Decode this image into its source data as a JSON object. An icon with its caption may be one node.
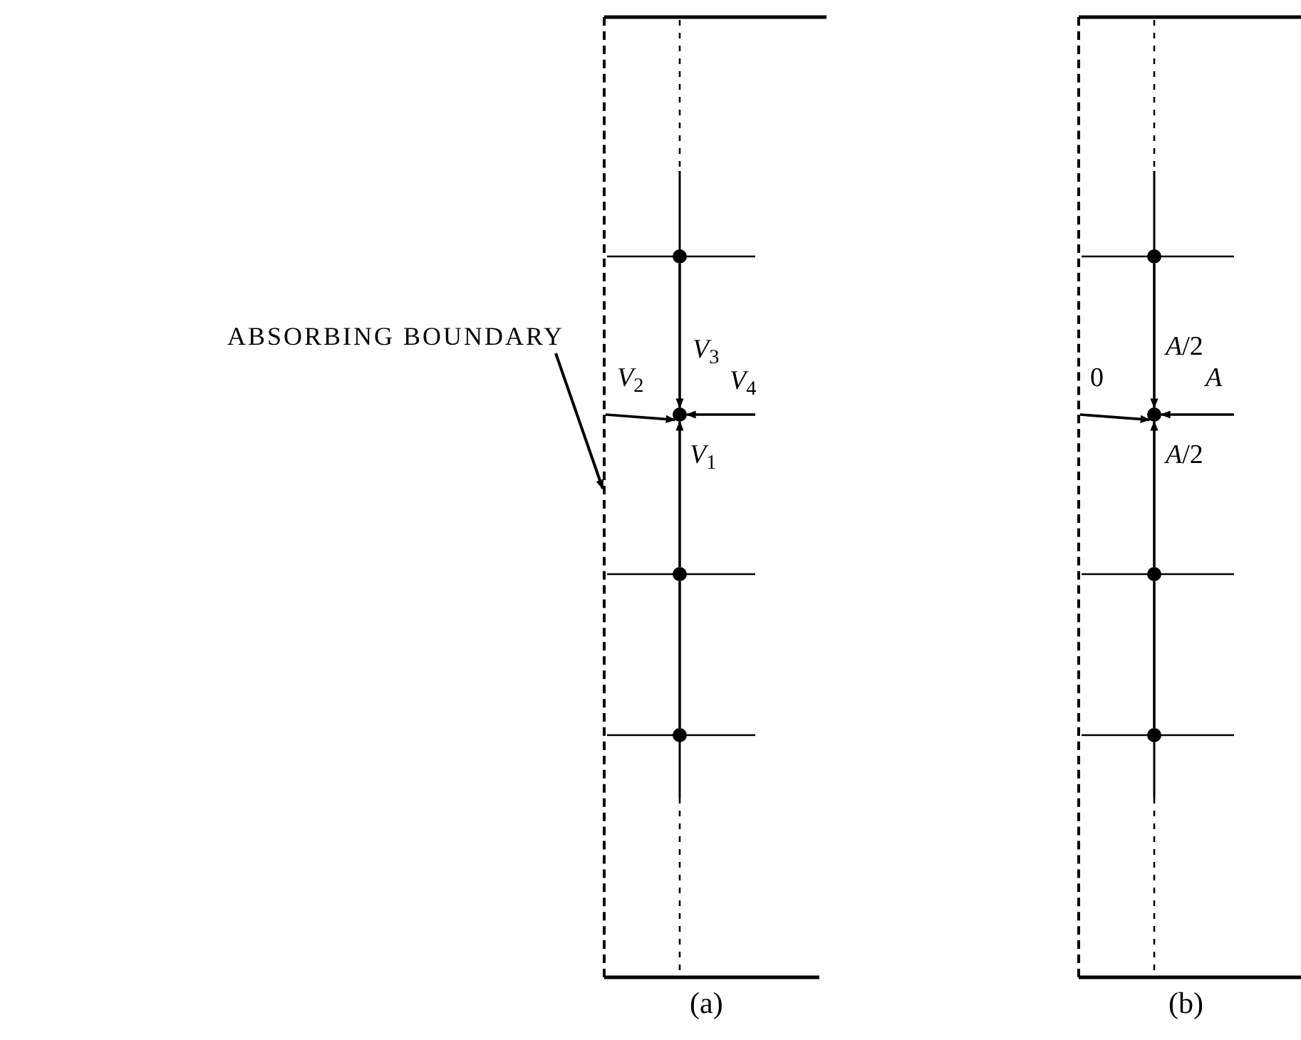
{
  "diagram": {
    "nodes": [
      {
        "text": [
          "ABSORBING BOUNDARY"
        ]
      },
      {
        "text": [],
        "shape": "line"
      },
      {
        "text": [],
        "shape": "circle"
      },
      {
        "text": [],
        "shape": "circle"
      },
      {
        "text": [],
        "shape": "circle"
      },
      {
        "text": [],
        "shape": "circle"
      },
      {
        "text": [],
        "shape": "line"
      },
      {
        "text": [],
        "shape": "circle"
      },
      {
        "text": [],
        "shape": "circle"
      },
      {
        "text": [],
        "shape": "circle"
      },
      {
        "text": [],
        "shape": "circle"
      }
    ],
    "edges": [
      {
        "from": 0,
        "to": 1,
        "arrow": "to"
      },
      {
        "from": 2,
        "to": 3,
        "arrow": "to",
        "label": "*V*$_{3}$"
      },
      {
        "from": 1,
        "to": 3,
        "arrow": "to",
        "label": "*V*$_{2}$"
      },
      {
        "from": null,
        "to": 3,
        "arrow": "to",
        "label": "*V*$_{4}$"
      },
      {
        "from": 4,
        "to": 3,
        "arrow": "to",
        "label": "*V*$_{1}$"
      },
      {
        "from": 4,
        "to": 5,
        "arrow": "none"
      },
      {
        "from": 7,
        "to": 8,
        "arrow": "to",
        "label": "*A*/2"
      },
      {
        "from": 6,
        "to": 8,
        "arrow": "to",
        "label": "0"
      },
      {
        "from": null,
        "to": 8,
        "arrow": "to",
        "label": "*A*"
      },
      {
        "from": 9,
        "to": 8,
        "arrow": "to",
        "label": "*A*/2"
      },
      {
        "from": 9,
        "to": 10,
        "arrow": "none"
      }
    ],
    "labels": [
      "(a)",
      "(b)"
    ]
  }
}
